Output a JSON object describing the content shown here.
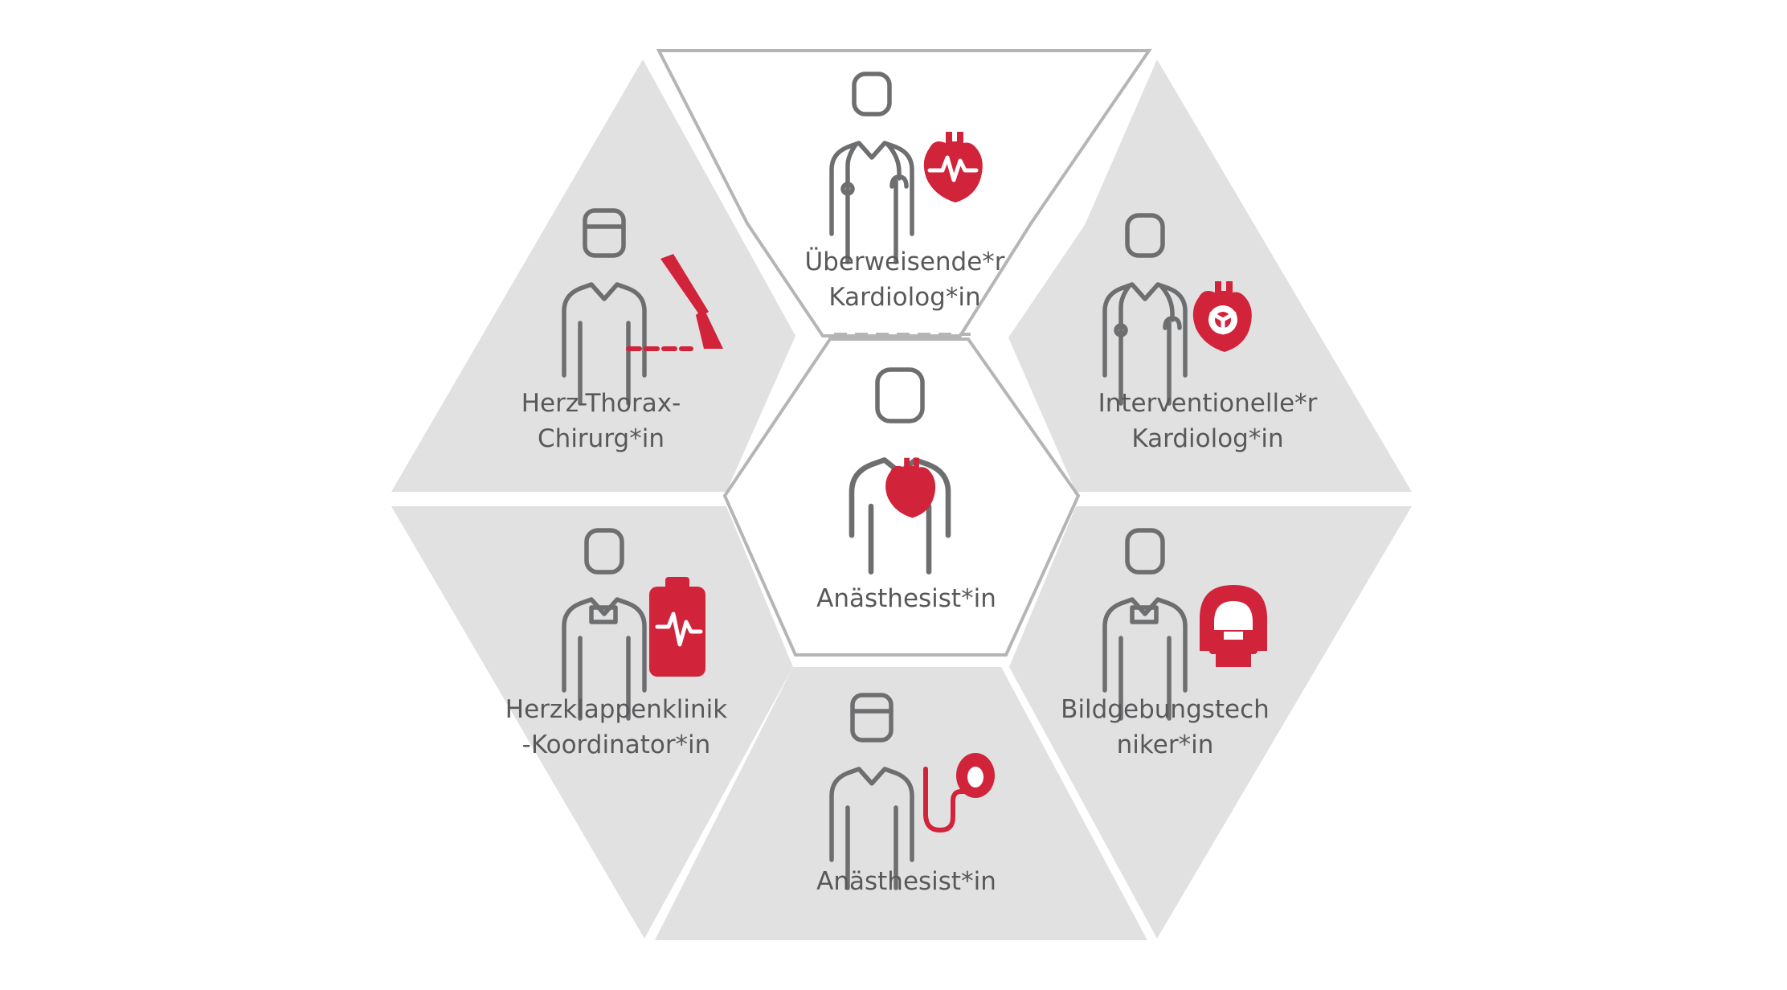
{
  "diagram": {
    "segments": [
      {
        "id": "top",
        "line1": "Überweisende*r",
        "line2": "Kardiolog*in"
      },
      {
        "id": "top-right",
        "line1": "Interventionelle*r",
        "line2": "Kardiolog*in"
      },
      {
        "id": "bottom-right",
        "line1": "Bildgebungstech",
        "line2": "niker*in"
      },
      {
        "id": "bottom",
        "line1": "Anästhesist*in"
      },
      {
        "id": "bottom-left",
        "line1": "Herzklappenklinik",
        "line2": "-Koordinator*in"
      },
      {
        "id": "top-left",
        "line1": "Herz-Thorax-",
        "line2": "Chirurg*in"
      },
      {
        "id": "center",
        "line1": "Anästhesist*in"
      }
    ],
    "icons": {
      "top": "cardiologist-heart-monitor-icon",
      "top-right": "cardiologist-heart-valve-icon",
      "bottom-right": "technician-mri-scanner-icon",
      "bottom": "anesthetist-oxygen-mask-icon",
      "bottom-left": "coordinator-clipboard-icon",
      "top-left": "surgeon-scalpel-icon",
      "center": "patient-heart-icon"
    },
    "colors": {
      "segment_fill": "#e1e1e1",
      "outline": "#b5b5b5",
      "accent": "#d1233a",
      "icon_line": "#6d6e70",
      "text": "#58585a"
    }
  }
}
